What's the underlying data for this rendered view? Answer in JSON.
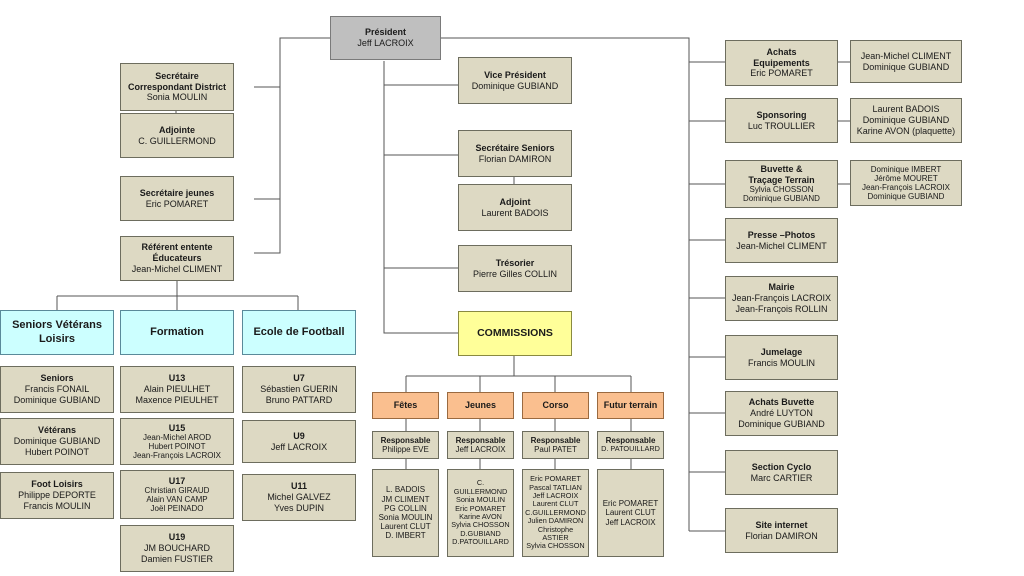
{
  "president": {
    "title": "Président",
    "name": "Jeff LACROIX"
  },
  "left": {
    "secretaire_district": {
      "title": "Secrétaire Correspondant District",
      "name": "Sonia MOULIN"
    },
    "adjointe": {
      "title": "Adjointe",
      "name": "C. GUILLERMOND"
    },
    "secretaire_jeunes": {
      "title": "Secrétaire jeunes",
      "name": "Eric POMARET"
    },
    "referent": {
      "title": "Référent entente Éducateurs",
      "name": "Jean-Michel CLIMENT"
    }
  },
  "columns": {
    "seniors": {
      "title": "Seniors Vétérans Loisirs"
    },
    "formation": {
      "title": "Formation"
    },
    "ecole": {
      "title": "Ecole de Football"
    }
  },
  "groups": {
    "seniors": {
      "title": "Seniors",
      "lines": [
        "Francis FONAIL",
        "Dominique GUBIAND"
      ]
    },
    "veterans": {
      "title": "Vétérans",
      "lines": [
        "Dominique GUBIAND",
        "Hubert POINOT"
      ]
    },
    "foot_loisirs": {
      "title": "Foot Loisirs",
      "lines": [
        "Philippe DEPORTE",
        "Francis MOULIN"
      ]
    },
    "u13": {
      "title": "U13",
      "lines": [
        "Alain PIEULHET",
        "Maxence PIEULHET"
      ]
    },
    "u15": {
      "title": "U15",
      "lines": [
        "Jean-Michel AROD",
        "Hubert POINOT",
        "Jean-François LACROIX"
      ]
    },
    "u17": {
      "title": "U17",
      "lines": [
        "Christian GIRAUD",
        "Alain VAN CAMP",
        "Joël PEINADO"
      ]
    },
    "u19": {
      "title": "U19",
      "lines": [
        "JM BOUCHARD",
        "Damien FUSTIER"
      ]
    },
    "u7": {
      "title": "U7",
      "lines": [
        "Sébastien GUERIN",
        "Bruno PATTARD"
      ]
    },
    "u9": {
      "title": "U9",
      "lines": [
        "Jeff LACROIX"
      ]
    },
    "u11": {
      "title": "U11",
      "lines": [
        "Michel GALVEZ",
        "Yves DUPIN"
      ]
    }
  },
  "center": {
    "vice_president": {
      "title": "Vice Président",
      "name": "Dominique GUBIAND"
    },
    "secretaire_seniors": {
      "title": "Secrétaire Seniors",
      "name": "Florian DAMIRON"
    },
    "adjoint": {
      "title": "Adjoint",
      "name": "Laurent BADOIS"
    },
    "tresorier": {
      "title": "Trésorier",
      "name": "Pierre Gilles COLLIN"
    },
    "commissions": {
      "title": "COMMISSIONS"
    }
  },
  "commissions": {
    "fetes": {
      "title": "Fêtes",
      "resp_title": "Responsable",
      "resp_name": "Philippe EVE",
      "members": [
        "L. BADOIS",
        "JM CLIMENT",
        "PG COLLIN",
        "Sonia MOULIN",
        "Laurent CLUT",
        "D. IMBERT"
      ]
    },
    "jeunes": {
      "title": "Jeunes",
      "resp_title": "Responsable",
      "resp_name": "Jeff LACROIX",
      "members": [
        "C. GUILLERMOND",
        "Sonia MOULIN",
        "Eric POMARET",
        "Karine AVON",
        "Sylvia CHOSSON",
        "D.GUBIAND",
        "D.PATOUILLARD"
      ]
    },
    "corso": {
      "title": "Corso",
      "resp_title": "Responsable",
      "resp_name": "Paul PATET",
      "members": [
        "Eric POMARET",
        "Pascal TATLIAN",
        "Jeff LACROIX",
        "Laurent CLUT",
        "C.GUILLERMOND",
        "Julien DAMIRON",
        "Christophe ASTIER",
        "Sylvia CHOSSON"
      ]
    },
    "futur_terrain": {
      "title": "Futur terrain",
      "resp_title": "Responsable",
      "resp_name": "D. PATOUILLARD",
      "members": [
        "Eric POMARET",
        "Laurent CLUT",
        "Jeff LACROIX"
      ]
    }
  },
  "right": {
    "achats_equipements": {
      "title_lines": [
        "Achats",
        "Equipements"
      ],
      "lines": [
        "Eric POMARET"
      ],
      "extra": [
        "Jean-Michel CLIMENT",
        "Dominique GUBIAND"
      ]
    },
    "sponsoring": {
      "title_lines": [
        "Sponsoring"
      ],
      "lines": [
        "Luc TROULLIER"
      ],
      "extra": [
        "Laurent BADOIS",
        "Dominique GUBIAND",
        "Karine AVON (plaquette)"
      ]
    },
    "buvette": {
      "title_lines": [
        "Buvette &",
        "Traçage Terrain"
      ],
      "lines": [
        "Sylvia CHOSSON",
        "Dominique GUBIAND"
      ],
      "extra": [
        "Dominique IMBERT",
        "Jérôme MOURET",
        "Jean-François LACROIX",
        "Dominique GUBIAND"
      ]
    },
    "presse": {
      "title_lines": [
        "Presse –Photos"
      ],
      "lines": [
        "Jean-Michel CLIMENT"
      ]
    },
    "mairie": {
      "title_lines": [
        "Mairie"
      ],
      "lines": [
        "Jean-François LACROIX",
        "Jean-François ROLLIN"
      ]
    },
    "jumelage": {
      "title_lines": [
        "Jumelage"
      ],
      "lines": [
        "Francis MOULIN"
      ]
    },
    "achats_buvette": {
      "title_lines": [
        "Achats Buvette"
      ],
      "lines": [
        "André LUYTON",
        "Dominique GUBIAND"
      ]
    },
    "section_cyclo": {
      "title_lines": [
        "Section Cyclo"
      ],
      "lines": [
        "Marc CARTIER"
      ]
    },
    "site_internet": {
      "title_lines": [
        "Site internet"
      ],
      "lines": [
        "Florian DAMIRON"
      ]
    }
  }
}
